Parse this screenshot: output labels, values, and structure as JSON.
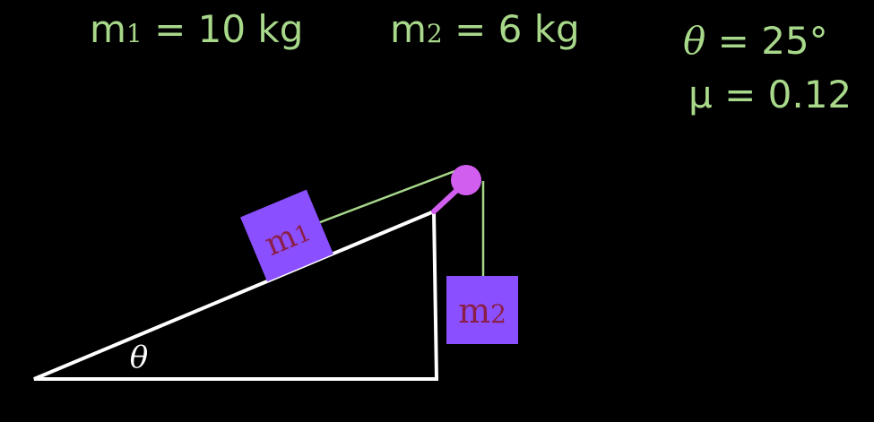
{
  "givens": {
    "m1_symbol": "m",
    "m1_sub": "1",
    "m1_value": " = 10 kg",
    "m2_symbol": "m",
    "m2_sub": "2",
    "m2_value": " = 6 kg",
    "theta_symbol": "θ",
    "theta_value": " = 25°",
    "mu_symbol": "μ",
    "mu_value": " = 0.12"
  },
  "diagram": {
    "block1_symbol": "m",
    "block1_sub": "1",
    "block2_symbol": "m",
    "block2_sub": "2",
    "angle_label": "θ"
  },
  "colors": {
    "background": "#000000",
    "text": "#a8d88a",
    "incline": "#ffffff",
    "rope": "#a8d88a",
    "pulley": "#d25ef0",
    "block": "#8a4fff",
    "block_label": "#8a1f4a"
  }
}
